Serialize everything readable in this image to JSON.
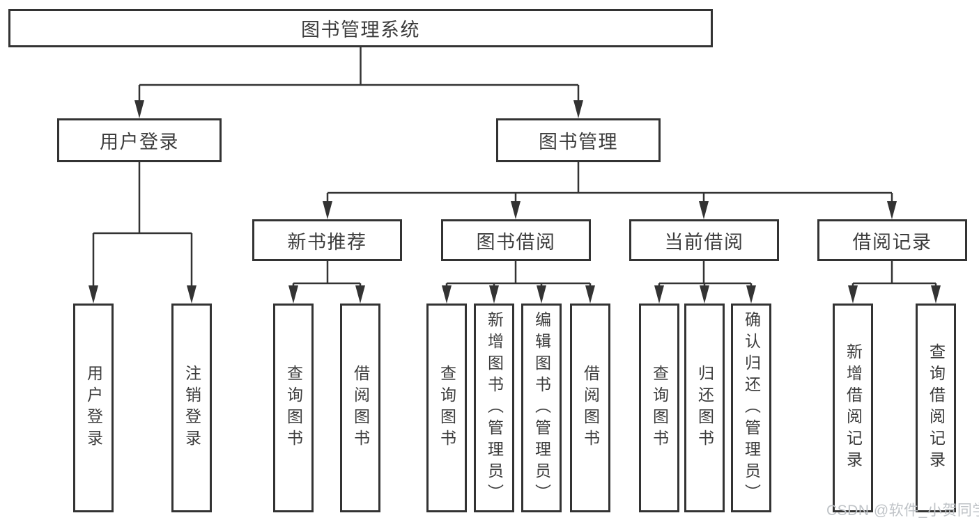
{
  "diagram": {
    "root": {
      "label": "图书管理系统"
    },
    "branches": [
      {
        "label": "用户登录",
        "children": [
          {
            "label": "用户登录"
          },
          {
            "label": "注销登录"
          }
        ]
      },
      {
        "label": "图书管理",
        "children": [
          {
            "label": "新书推荐",
            "children": [
              {
                "label": "查询图书"
              },
              {
                "label": "借阅图书"
              }
            ]
          },
          {
            "label": "图书借阅",
            "children": [
              {
                "label": "查询图书"
              },
              {
                "label": "新增图书（管理员）"
              },
              {
                "label": "编辑图书（管理员）"
              },
              {
                "label": "借阅图书"
              }
            ]
          },
          {
            "label": "当前借阅",
            "children": [
              {
                "label": "查询图书"
              },
              {
                "label": "归还图书"
              },
              {
                "label": "确认归还（管理员）"
              }
            ]
          },
          {
            "label": "借阅记录",
            "children": [
              {
                "label": "新增借阅记录"
              },
              {
                "label": "查询借阅记录"
              }
            ]
          }
        ]
      }
    ]
  },
  "watermark": {
    "text": "CSDN @软件_小贺同学"
  },
  "colors": {
    "line": "#333333",
    "text": "#3c3c3c",
    "watermark": "#bfc3c7",
    "background": "#ffffff"
  }
}
